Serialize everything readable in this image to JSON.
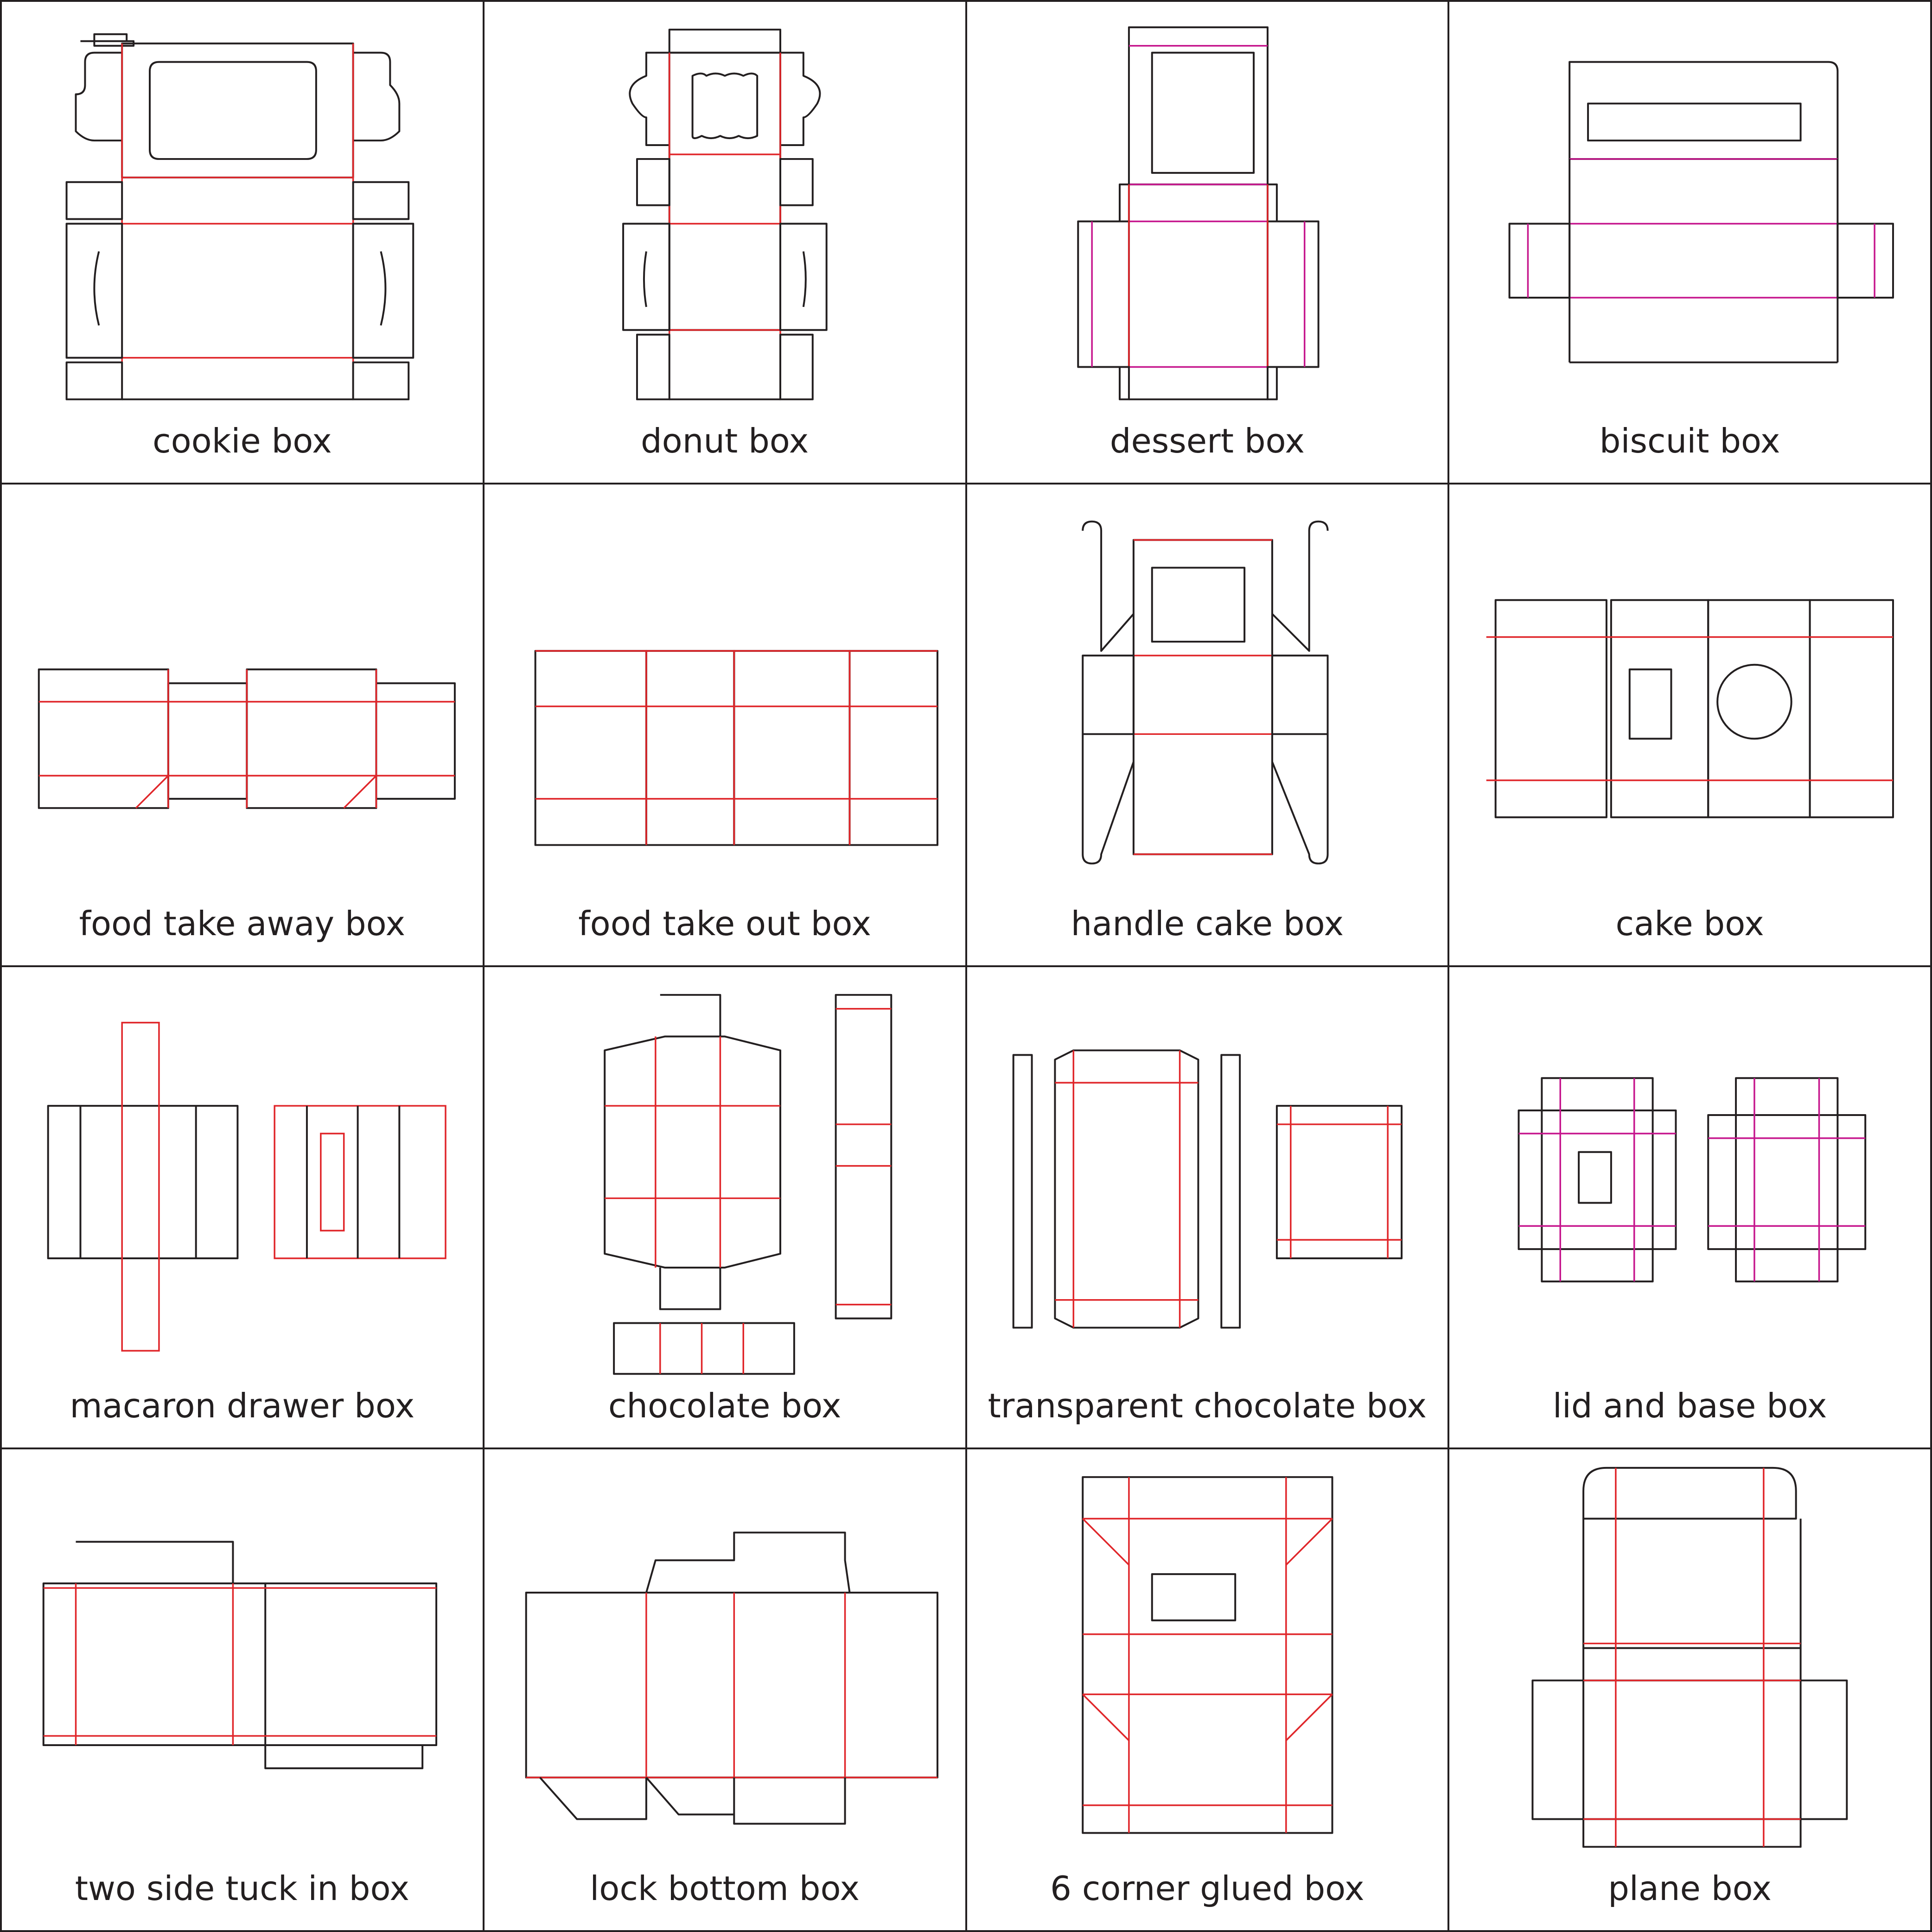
{
  "colors": {
    "cut_line": "#231f20",
    "crease_line": "#e0262a",
    "perforation_line": "#c6168d",
    "grid_line": "#231f20",
    "background": "#ffffff"
  },
  "cells": [
    {
      "label": "cookie box"
    },
    {
      "label": "donut box"
    },
    {
      "label": "dessert box"
    },
    {
      "label": "biscuit box"
    },
    {
      "label": "food take away box"
    },
    {
      "label": "food take out box"
    },
    {
      "label": "handle cake box"
    },
    {
      "label": "cake box"
    },
    {
      "label": "macaron drawer box"
    },
    {
      "label": "chocolate box"
    },
    {
      "label": "transparent chocolate box"
    },
    {
      "label": "lid and base box"
    },
    {
      "label": "two side tuck in box"
    },
    {
      "label": "lock bottom box"
    },
    {
      "label": "6 corner glued box"
    },
    {
      "label": "plane box"
    }
  ]
}
